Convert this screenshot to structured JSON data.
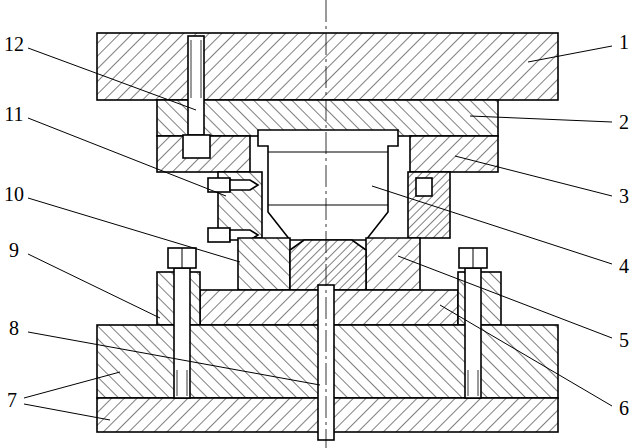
{
  "diagram": {
    "labels": [
      "12",
      "11",
      "10",
      "9",
      "8",
      "7",
      "1",
      "2",
      "3",
      "4",
      "5",
      "6"
    ]
  }
}
